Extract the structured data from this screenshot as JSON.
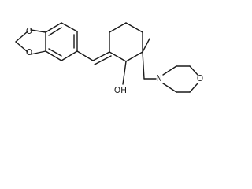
{
  "molecule": {
    "atoms": {
      "O1": "O",
      "O2": "O",
      "OH": "OH",
      "N": "N",
      "O_morph": "O"
    }
  }
}
